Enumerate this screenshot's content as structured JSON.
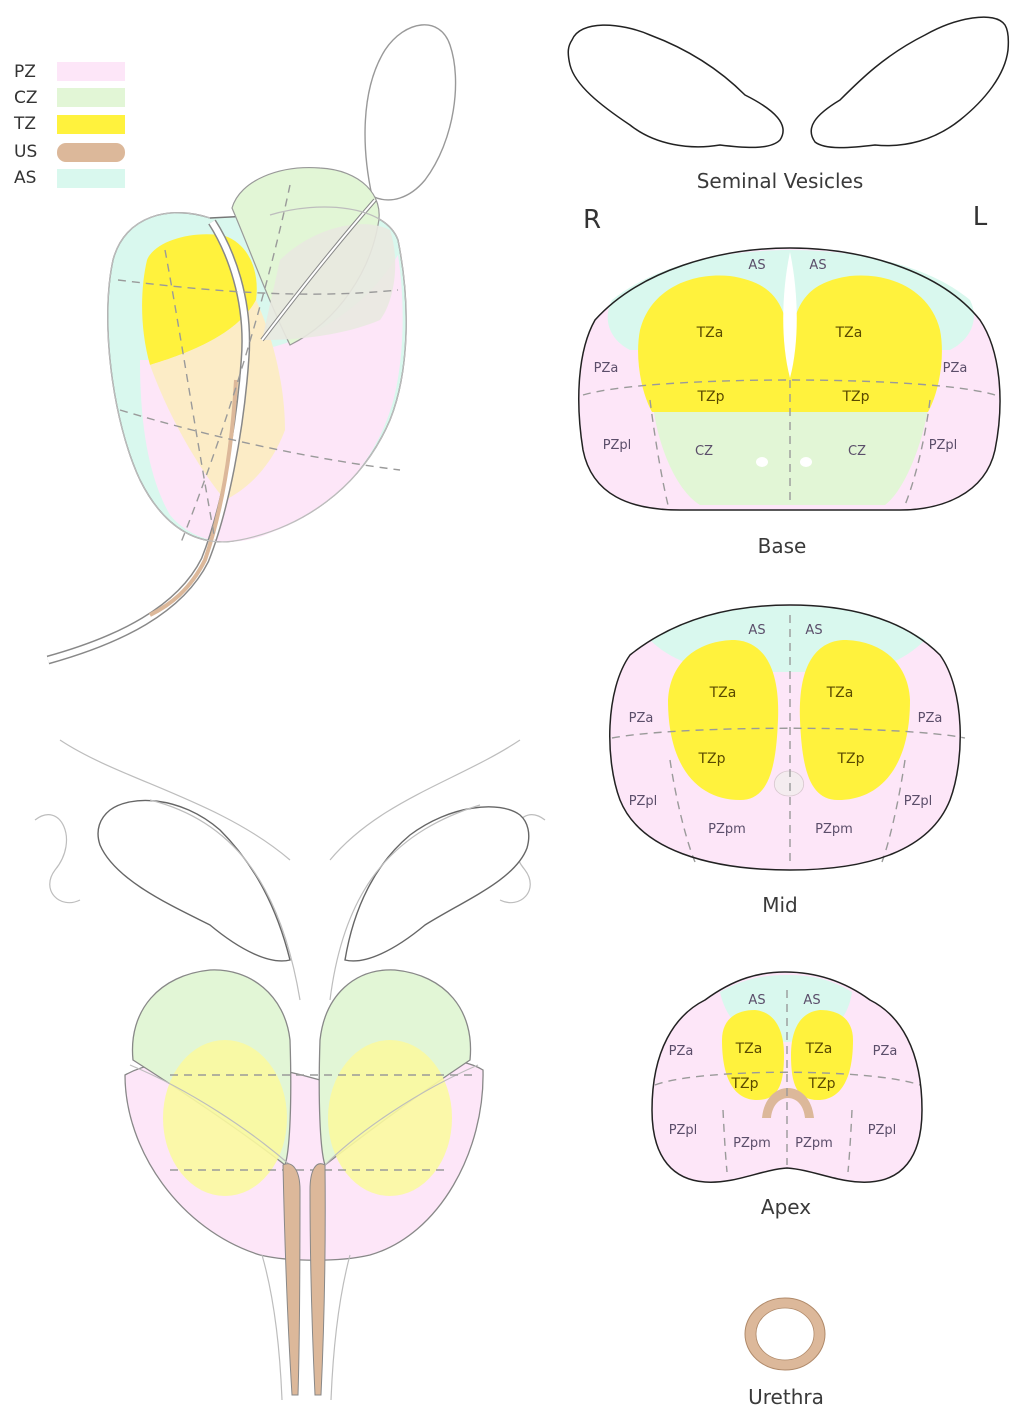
{
  "legend": [
    {
      "label": "PZ",
      "color": "#fde6f8"
    },
    {
      "label": "CZ",
      "color": "#e2f6d6"
    },
    {
      "label": "TZ",
      "color": "#fff23d"
    },
    {
      "label": "US",
      "color": "#dcb89a"
    },
    {
      "label": "AS",
      "color": "#d9f8ee"
    }
  ],
  "orientation": {
    "right": "R",
    "left": "L"
  },
  "captions": {
    "seminal_vesicles": "Seminal Vesicles",
    "base": "Base",
    "mid": "Mid",
    "apex": "Apex",
    "urethra": "Urethra"
  },
  "base_labels": {
    "as_r": "AS",
    "as_l": "AS",
    "tza_r": "TZa",
    "tza_l": "TZa",
    "tzp_r": "TZp",
    "tzp_l": "TZp",
    "pza_r": "PZa",
    "pza_l": "PZa",
    "pzpl_r": "PZpl",
    "pzpl_l": "PZpl",
    "cz_r": "CZ",
    "cz_l": "CZ"
  },
  "mid_labels": {
    "as_r": "AS",
    "as_l": "AS",
    "tza_r": "TZa",
    "tza_l": "TZa",
    "tzp_r": "TZp",
    "tzp_l": "TZp",
    "pza_r": "PZa",
    "pza_l": "PZa",
    "pzpl_r": "PZpl",
    "pzpl_l": "PZpl",
    "pzpm_r": "PZpm",
    "pzpm_l": "PZpm"
  },
  "apex_labels": {
    "as_r": "AS",
    "as_l": "AS",
    "tza_r": "TZa",
    "tza_l": "TZa",
    "tzp_r": "TZp",
    "tzp_l": "TZp",
    "pza_r": "PZa",
    "pza_l": "PZa",
    "pzpl_r": "PZpl",
    "pzpl_l": "PZpl",
    "pzpm_r": "PZpm",
    "pzpm_l": "PZpm"
  },
  "colors": {
    "pz": "#fde6f8",
    "cz": "#e2f6d6",
    "tz": "#fff23d",
    "tz_light": "#fbf9a0",
    "us": "#dcb89a",
    "as": "#d9f8ee"
  }
}
